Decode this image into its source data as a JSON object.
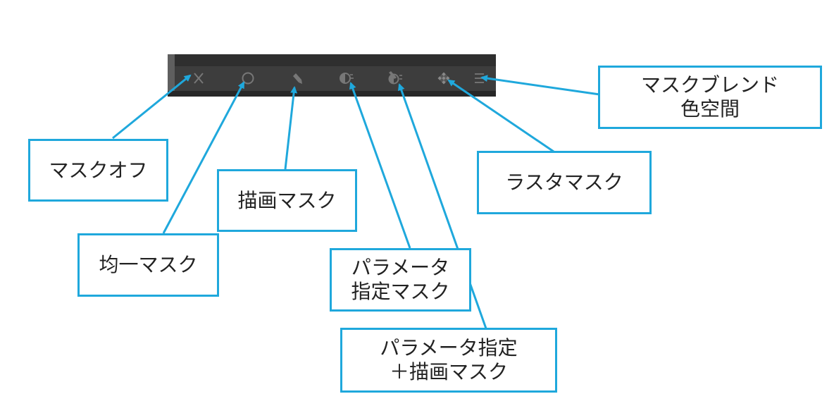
{
  "accent_color": "#1fa8dc",
  "toolbar": {
    "background": "#3d3d3d",
    "icons": [
      "close-icon",
      "circle-icon",
      "pen-icon",
      "parameter-mask-icon",
      "parameter-draw-mask-icon",
      "checker-icon",
      "menu-icon"
    ]
  },
  "labels": {
    "mask_off": "マスクオフ",
    "uniform_mask": "均一マスク",
    "draw_mask": "描画マスク",
    "param_mask": "パラメータ\n指定マスク",
    "param_draw_mask": "パラメータ指定\n＋描画マスク",
    "raster_mask": "ラスタマスク",
    "blend_colorspace": "マスクブレンド\n色空間"
  }
}
